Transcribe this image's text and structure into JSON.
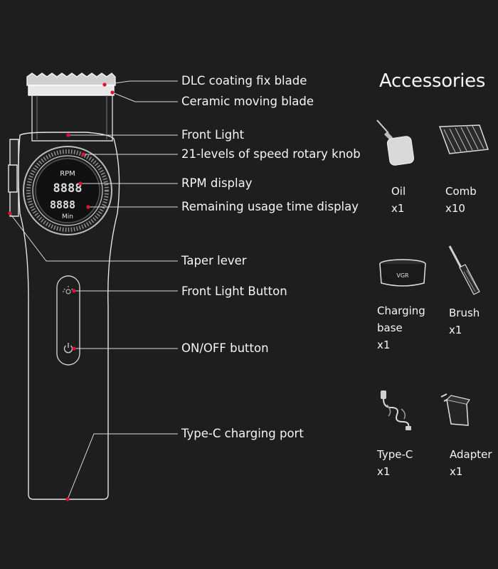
{
  "callouts": [
    {
      "id": "dlc",
      "label": "DLC coating fix blade"
    },
    {
      "id": "ceramic",
      "label": "Ceramic moving blade"
    },
    {
      "id": "front_light",
      "label": "Front Light"
    },
    {
      "id": "knob",
      "label": "21-levels of speed rotary knob"
    },
    {
      "id": "rpm",
      "label": "RPM display"
    },
    {
      "id": "remaining",
      "label": "Remaining usage time display"
    },
    {
      "id": "taper",
      "label": "Taper lever"
    },
    {
      "id": "light_button",
      "label": "Front Light Button"
    },
    {
      "id": "onoff",
      "label": "ON/OFF button"
    },
    {
      "id": "typec_port",
      "label": "Type-C charging port"
    }
  ],
  "display": {
    "top_label": "RPM",
    "digits": "8888",
    "bottom_label": "Min"
  },
  "base_brand": "VGR",
  "accessories": {
    "title": "Accessories",
    "items": [
      {
        "name": "Oil",
        "qty": "x1",
        "icon": "oil-bottle-icon"
      },
      {
        "name": "Comb",
        "qty": "x10",
        "icon": "comb-icon"
      },
      {
        "name": "Charging base",
        "qty": "x1",
        "icon": "charging-base-icon"
      },
      {
        "name": "Brush",
        "qty": "x1",
        "icon": "brush-icon"
      },
      {
        "name": "Type-C",
        "qty": "x1",
        "icon": "cable-icon"
      },
      {
        "name": "Adapter",
        "qty": "x1",
        "icon": "adapter-icon"
      }
    ]
  },
  "colors": {
    "background": "#1e1e1e",
    "line": "#d9d9d9",
    "marker": "#e0103a"
  }
}
